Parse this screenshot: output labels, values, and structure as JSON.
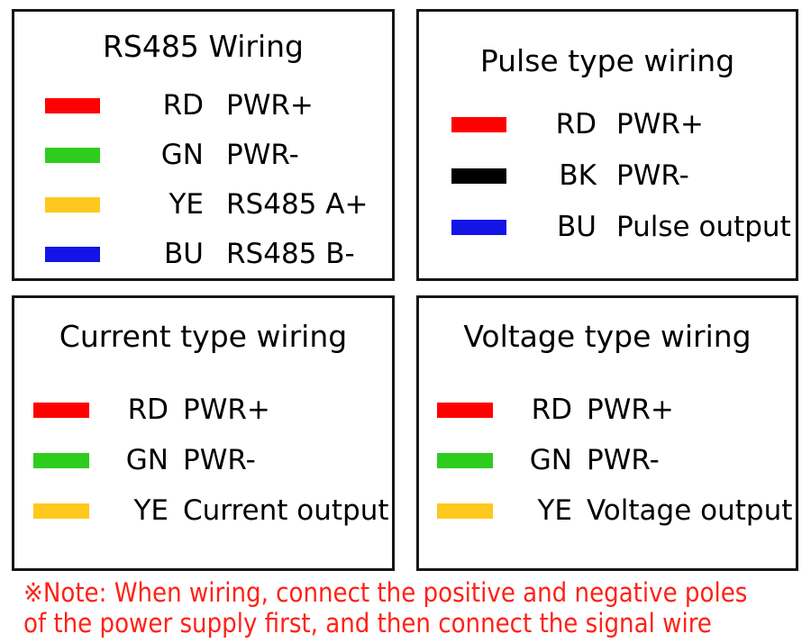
{
  "colors": {
    "red": "#ff0000",
    "green": "#2ecc1e",
    "yellow": "#ffc81e",
    "blue": "#1414e6",
    "black": "#000000",
    "note_red": "#ff2116",
    "border": "#161616"
  },
  "panels": [
    {
      "id": "rs485-wiring",
      "title": "RS485 Wiring",
      "rows": [
        {
          "swatch": "red",
          "code": "RD",
          "function": "PWR+"
        },
        {
          "swatch": "green",
          "code": "GN",
          "function": "PWR-"
        },
        {
          "swatch": "yellow",
          "code": "YE",
          "function": "RS485 A+"
        },
        {
          "swatch": "blue",
          "code": "BU",
          "function": "RS485 B-"
        }
      ]
    },
    {
      "id": "pulse-type-wiring",
      "title": "Pulse type wiring",
      "rows": [
        {
          "swatch": "red",
          "code": "RD",
          "function": "PWR+"
        },
        {
          "swatch": "black",
          "code": "BK",
          "function": "PWR-"
        },
        {
          "swatch": "blue",
          "code": "BU",
          "function": "Pulse output"
        }
      ]
    },
    {
      "id": "current-type-wiring",
      "title": "Current type wiring",
      "rows": [
        {
          "swatch": "red",
          "code": "RD",
          "function": "PWR+"
        },
        {
          "swatch": "green",
          "code": "GN",
          "function": "PWR-"
        },
        {
          "swatch": "yellow",
          "code": "YE",
          "function": "Current output"
        }
      ]
    },
    {
      "id": "voltage-type-wiring",
      "title": "Voltage type wiring",
      "rows": [
        {
          "swatch": "red",
          "code": "RD",
          "function": "PWR+"
        },
        {
          "swatch": "green",
          "code": "GN",
          "function": "PWR-"
        },
        {
          "swatch": "yellow",
          "code": "YE",
          "function": "Voltage output"
        }
      ]
    }
  ],
  "note": {
    "lines": [
      "※Note: When wiring, connect the positive and negative poles",
      "of the power supply first, and then connect the signal wire"
    ]
  }
}
